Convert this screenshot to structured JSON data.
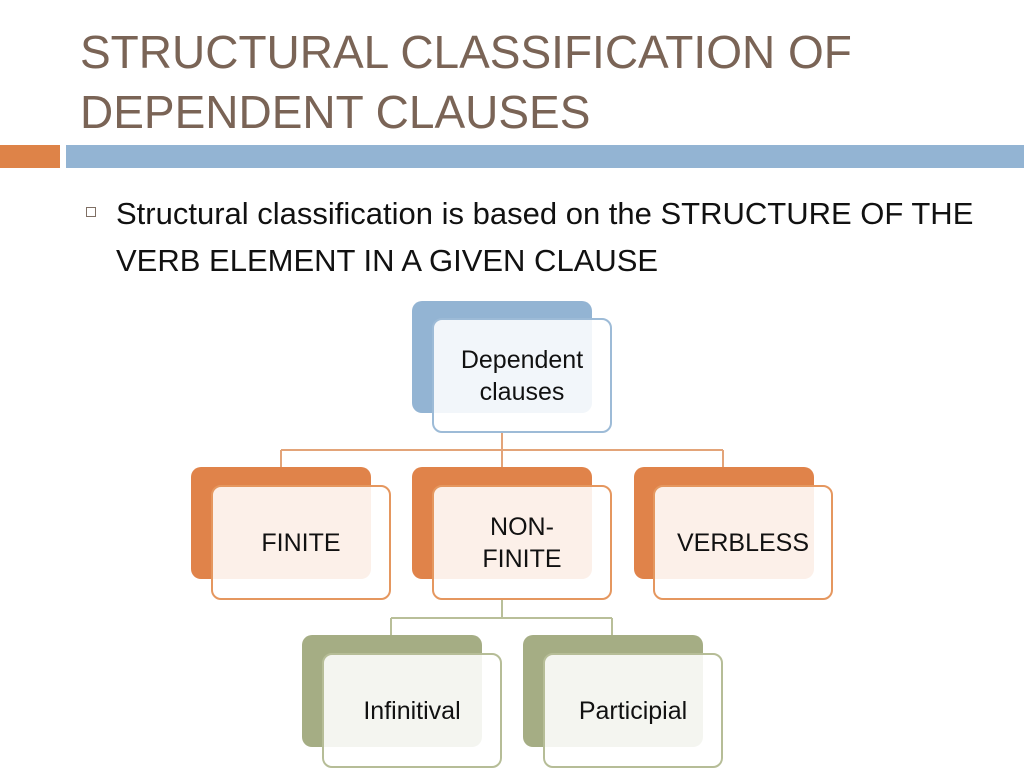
{
  "slide": {
    "title": "STRUCTURAL CLASSIFICATION OF DEPENDENT CLAUSES",
    "bullet": "Structural classification is based on the STRUCTURE OF THE VERB ELEMENT IN A GIVEN CLAUSE"
  },
  "colors": {
    "title": "#7a6456",
    "band_orange": "#de8348",
    "band_blue": "#93b4d3",
    "root_back": "#93b4d3",
    "root_border": "#9dbbd7",
    "level1_back": "#e0834a",
    "level1_border": "#e5975f",
    "level1_fill": "#fbefe6",
    "level2_back": "#a5ad84",
    "level2_border": "#b6bd97",
    "level2_fill": "#f4f4ee",
    "connector_orange": "#e3a479",
    "connector_olive": "#b9bf99"
  },
  "diagram": {
    "root": {
      "label": "Dependent clauses"
    },
    "level1": [
      {
        "label": "FINITE"
      },
      {
        "label": "NON-FINITE"
      },
      {
        "label": "VERBLESS"
      }
    ],
    "level2": [
      {
        "label": "Infinitival"
      },
      {
        "label": "Participial"
      }
    ]
  }
}
